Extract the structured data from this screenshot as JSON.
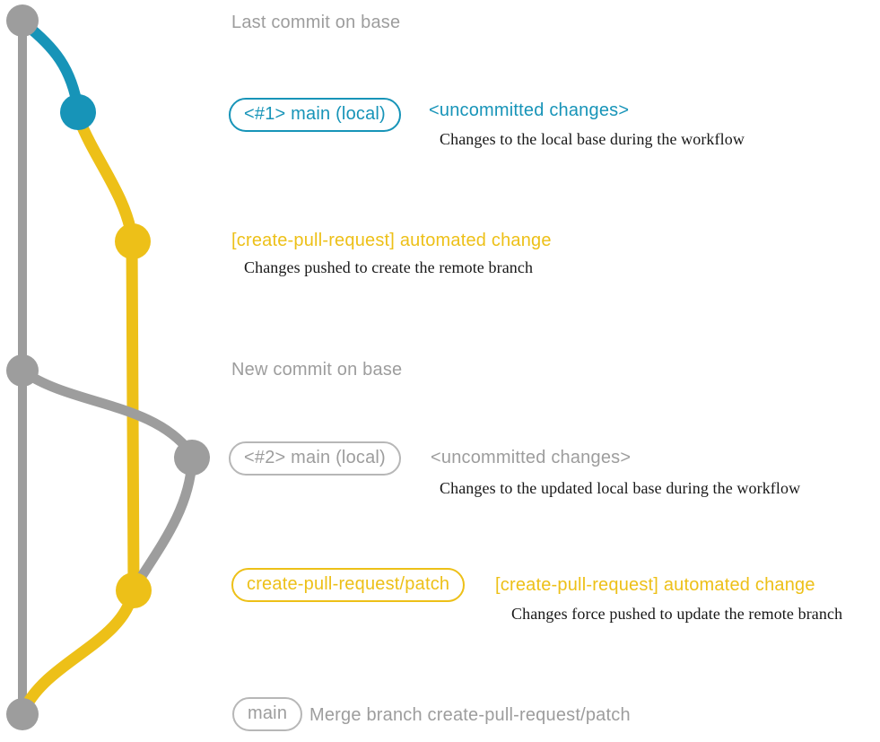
{
  "colors": {
    "teal": "#1794b8",
    "yellow": "#edc018",
    "gray": "#9d9d9d",
    "gray_border": "#b7b7b7",
    "ink": "#181818",
    "background": "#ffffff"
  },
  "graph": {
    "branches": [
      {
        "name": "base",
        "color": "gray"
      },
      {
        "name": "main (local)",
        "color": "teal"
      },
      {
        "name": "create-pull-request/patch",
        "color": "yellow"
      }
    ],
    "commits": [
      {
        "name": "last-commit-on-base",
        "branch": "base"
      },
      {
        "name": "uncommitted-changes-1",
        "branch": "main (local)"
      },
      {
        "name": "automated-change-1",
        "branch": "create-pull-request/patch"
      },
      {
        "name": "new-commit-on-base",
        "branch": "base"
      },
      {
        "name": "uncommitted-changes-2",
        "branch": "main (local)"
      },
      {
        "name": "automated-change-2",
        "branch": "create-pull-request/patch"
      },
      {
        "name": "merge-commit",
        "branch": "base"
      }
    ]
  },
  "annotations": {
    "last_commit": "Last commit on base",
    "row1": {
      "badge": "<#1> main (local)",
      "label": "<uncommitted changes>",
      "description": "Changes to the local base during the workflow"
    },
    "row2": {
      "label": "[create-pull-request] automated change",
      "description": "Changes pushed to create the remote branch"
    },
    "new_commit": "New commit on base",
    "row3": {
      "badge": "<#2> main (local)",
      "label": "<uncommitted changes>",
      "description": "Changes to the updated local base during the workflow"
    },
    "row4": {
      "badge": "create-pull-request/patch",
      "label": "[create-pull-request] automated change",
      "description": "Changes force pushed to update the remote branch"
    },
    "row5": {
      "badge": "main",
      "label": "Merge branch create-pull-request/patch"
    }
  }
}
